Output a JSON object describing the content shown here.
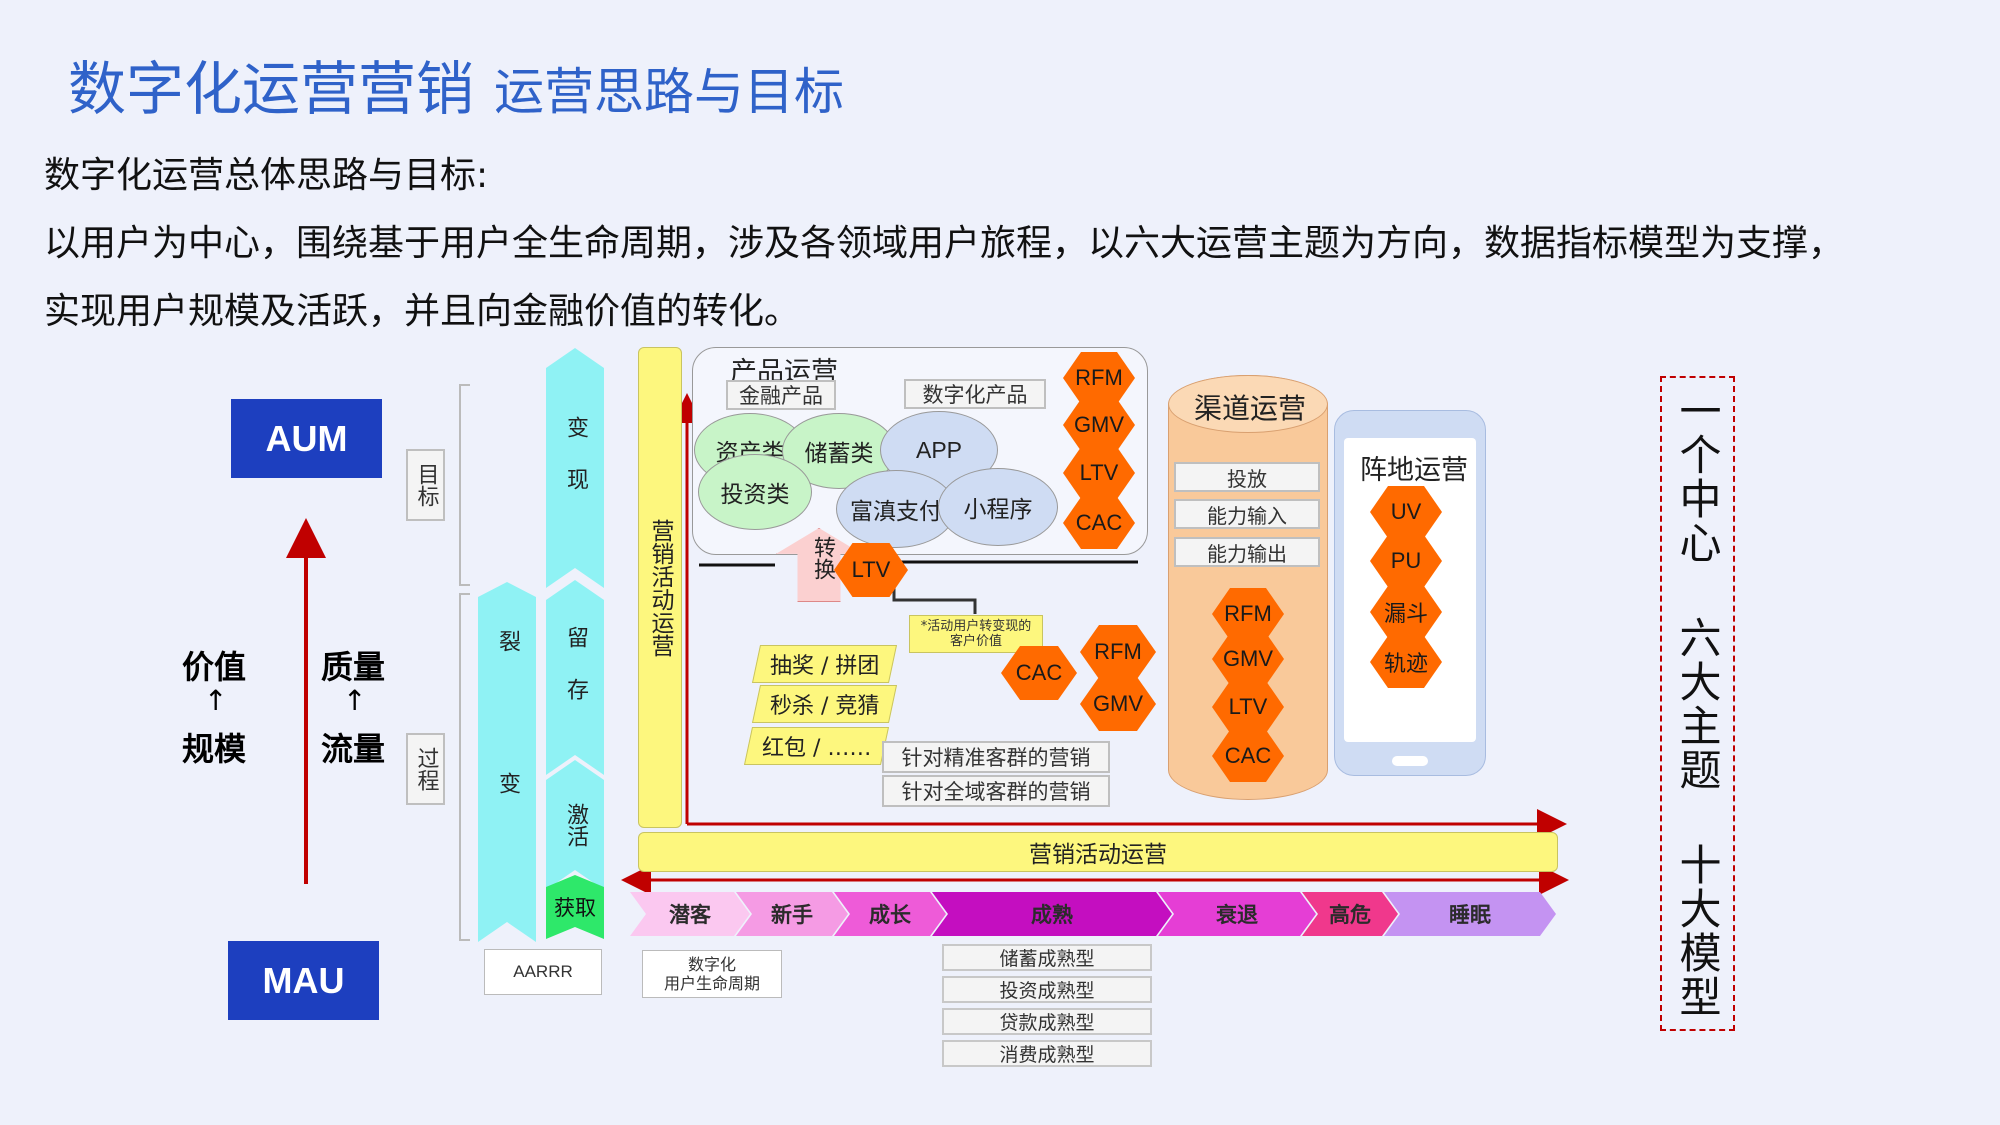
{
  "header": {
    "title_main": "数字化运营营销",
    "title_sub": "运营思路与目标"
  },
  "intro": {
    "line1": "数字化运营总体思路与目标:",
    "line2": "以用户为中心，围绕基于用户全生命周期，涉及各领域用户旅程，以六大运营主题为方向，数据指标模型为支撑，",
    "line3": "实现用户规模及活跃，并且向金融价值的转化。"
  },
  "left": {
    "aum": "AUM",
    "mau": "MAU",
    "value": "价值",
    "scale": "规模",
    "quality": "质量",
    "traffic": "流量",
    "up_arrow": "↑",
    "goal_label": "目标",
    "process_label": "过程"
  },
  "aarrr": {
    "fission": "裂变",
    "monetize": "变现",
    "retain": "留存",
    "activate": "激活",
    "acquire": "获取",
    "caption": "AARRR"
  },
  "lifecycle": {
    "caption": "数字化\n用户生命周期"
  },
  "marketing": {
    "vertical": "营销活动运营",
    "bar": "营销活动运营",
    "activities": [
      "抽奖",
      "拼团",
      "秒杀",
      "竞猜",
      "红包",
      "……"
    ],
    "target_precise": "针对精准客群的营销",
    "target_all": "针对全域客群的营销",
    "note": "*活动用户转变现的\n客户价值",
    "hex": [
      "CAC",
      "RFM",
      "GMV"
    ]
  },
  "product": {
    "title": "产品运营",
    "financial": "金融产品",
    "digital": "数字化产品",
    "bubbles": [
      "资产类",
      "储蓄类",
      "投资类",
      "APP",
      "富滇支付",
      "小程序"
    ],
    "convert": "转换",
    "ltv": "LTV",
    "hex": [
      "RFM",
      "GMV",
      "LTV",
      "CAC"
    ]
  },
  "channel": {
    "title": "渠道运营",
    "items": [
      "投放",
      "能力输入",
      "能力输出"
    ],
    "hex": [
      "RFM",
      "GMV",
      "LTV",
      "CAC"
    ]
  },
  "position": {
    "title": "阵地运营",
    "hex": [
      "UV",
      "PU",
      "漏斗",
      "轨迹"
    ]
  },
  "stages": [
    "潜客",
    "新手",
    "成长",
    "成熟",
    "衰退",
    "高危",
    "睡眠"
  ],
  "mature_types": [
    "储蓄成熟型",
    "投资成熟型",
    "贷款成熟型",
    "消费成熟型"
  ],
  "summary": "一个中心 六大主题 十大模型",
  "colors": {
    "title": "#2f62c9",
    "aum_bg": "#1d3fbf",
    "arrow": "#c00000",
    "cyan": "#8ff2f4",
    "yellow": "#fdf77e",
    "green": "#2ee86a",
    "orange": "#ff6a00",
    "channel": "#f9c99a",
    "phone": "#cfdcf3"
  }
}
